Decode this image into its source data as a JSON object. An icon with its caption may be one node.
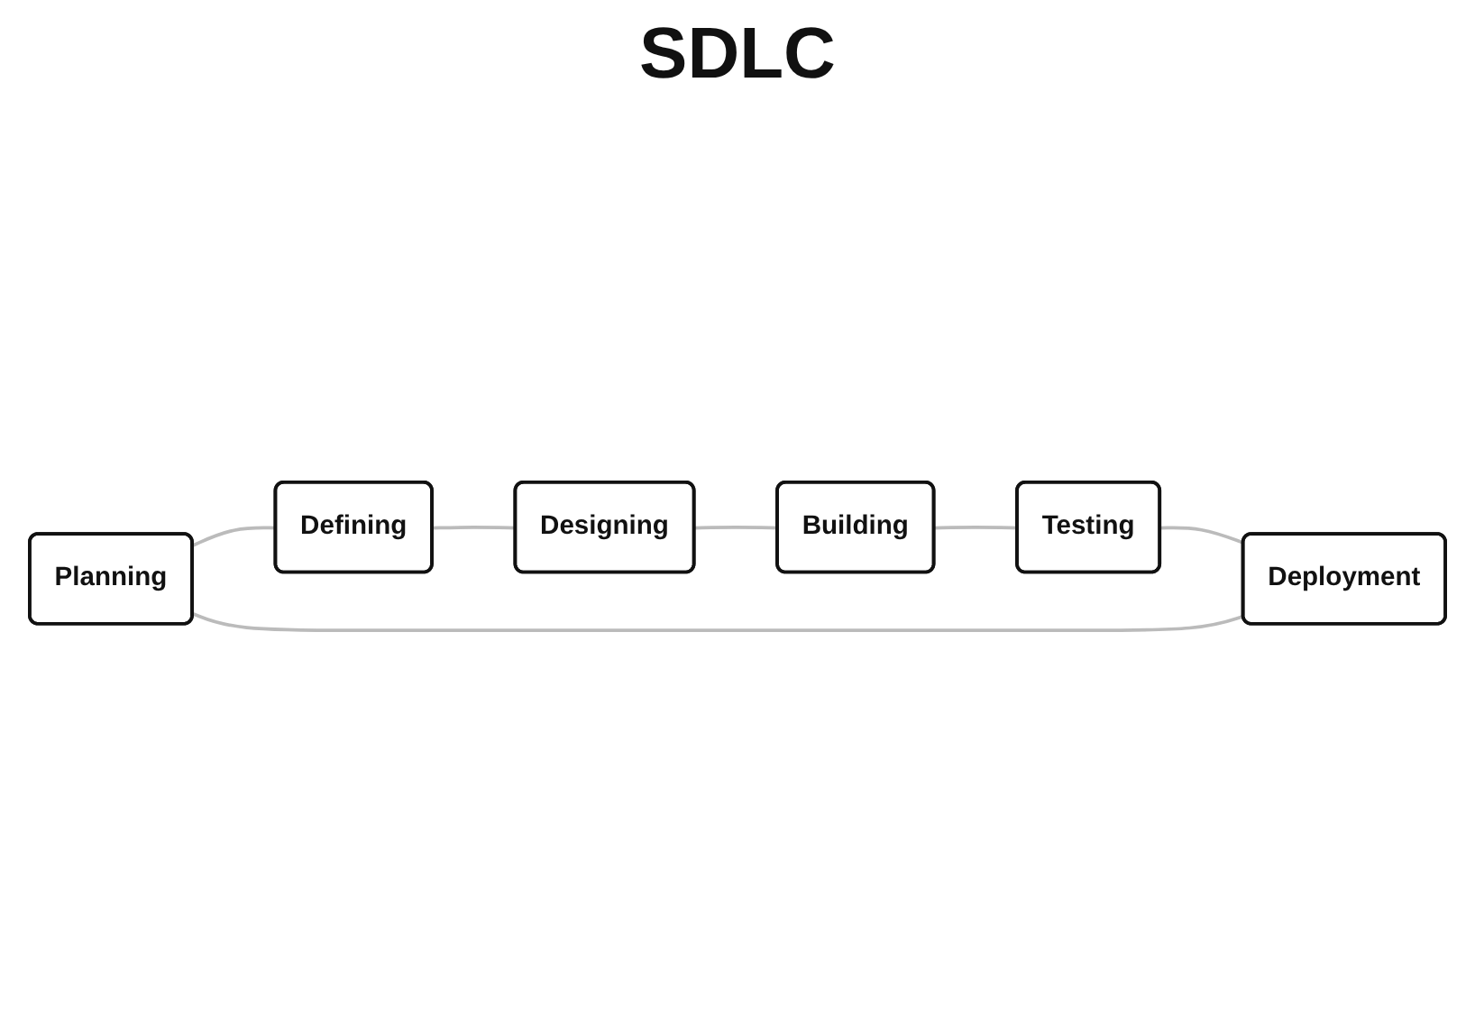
{
  "diagram": {
    "nodes": [
      {
        "text": [
          "Planning"
        ]
      },
      {
        "text": [
          "Defining"
        ]
      },
      {
        "text": [
          "Designing"
        ]
      },
      {
        "text": [
          "Building"
        ]
      },
      {
        "text": [
          "Testing"
        ]
      },
      {
        "text": [
          "Deployment"
        ]
      }
    ],
    "edges": [
      {
        "from": 0,
        "to": 1,
        "arrow": "none"
      },
      {
        "from": 1,
        "to": 2,
        "arrow": "none"
      },
      {
        "from": 2,
        "to": 3,
        "arrow": "none"
      },
      {
        "from": 3,
        "to": 4,
        "arrow": "none"
      },
      {
        "from": 4,
        "to": 5,
        "arrow": "none"
      },
      {
        "from": 5,
        "to": 0,
        "arrow": "none"
      }
    ],
    "labels": [
      "SDLC"
    ]
  }
}
